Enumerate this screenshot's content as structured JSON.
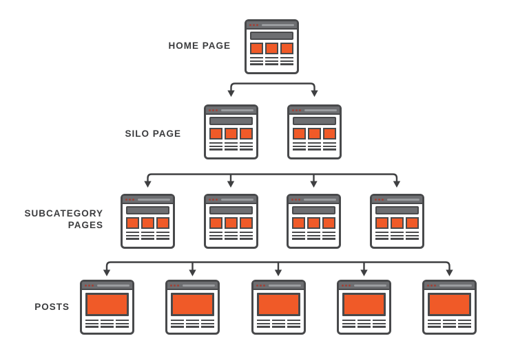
{
  "diagram": {
    "type": "hierarchy",
    "levels": [
      {
        "id": "home",
        "label": "HOME PAGE",
        "page_count": 1,
        "page_style": "category"
      },
      {
        "id": "silo",
        "label": "SILO PAGE",
        "page_count": 2,
        "page_style": "category"
      },
      {
        "id": "subcategory",
        "label": "SUBCATEGORY PAGES",
        "page_count": 4,
        "page_style": "category"
      },
      {
        "id": "posts",
        "label": "POSTS",
        "page_count": 5,
        "page_style": "post"
      }
    ],
    "icon_legend": {
      "category": "browser-window-with-navbar-and-3-thumbnails",
      "post": "browser-window-with-hero-image"
    },
    "colors": {
      "accent_orange": "#F05A28",
      "frame_dark": "#48494B",
      "bar_gray": "#6D6E71",
      "address_gray": "#9B9DA0",
      "dot_red": "#A04238",
      "connector": "#3E3F41",
      "label_text": "#3B3C3E",
      "background": "#FFFFFF"
    }
  }
}
